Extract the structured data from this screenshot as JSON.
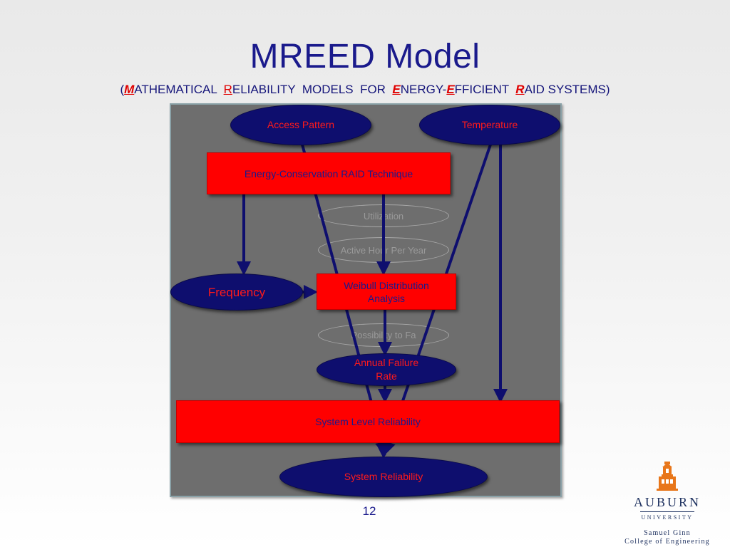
{
  "slide": {
    "title": "MREED Model",
    "subtitle": {
      "open": "(",
      "m": "M",
      "m_rest": "ATHEMATICAL  ",
      "r": "R",
      "r_rest": "ELIABILITY  MODELS  FOR  ",
      "e1": "E",
      "e1_rest": "NERGY-",
      "e2": "E",
      "e2_rest": "FFICIENT  ",
      "r2": "R",
      "r2_rest": "AID SYSTEMS)"
    },
    "page_number": "12"
  },
  "diagram": {
    "access_pattern": "Access Pattern",
    "temperature": "Temperature",
    "technique": "Energy-Conservation RAID Technique",
    "utilization": "Utilization",
    "active_hour": "Active Hour Per Year",
    "frequency": "Frequency",
    "weibull": "Weibull Distribution Analysis",
    "possibility": "Possibility to Fa",
    "annual_failure_rate": "Annual Failure Rate",
    "system_level_reliability": "System Level Reliability",
    "system_reliability": "System Reliability"
  },
  "logo": {
    "name": "AUBURN",
    "university": "UNIVERSITY",
    "college_line1": "Samuel Ginn",
    "college_line2": "College of Engineering"
  },
  "colors": {
    "title": "#1a1a8c",
    "node_fill": "#0e0e6e",
    "node_text": "#ff1a1a",
    "box_fill": "#ff0000",
    "box_text": "#1a1a8c",
    "panel": "#6e6e6e",
    "arrow": "#0e0e6e"
  }
}
